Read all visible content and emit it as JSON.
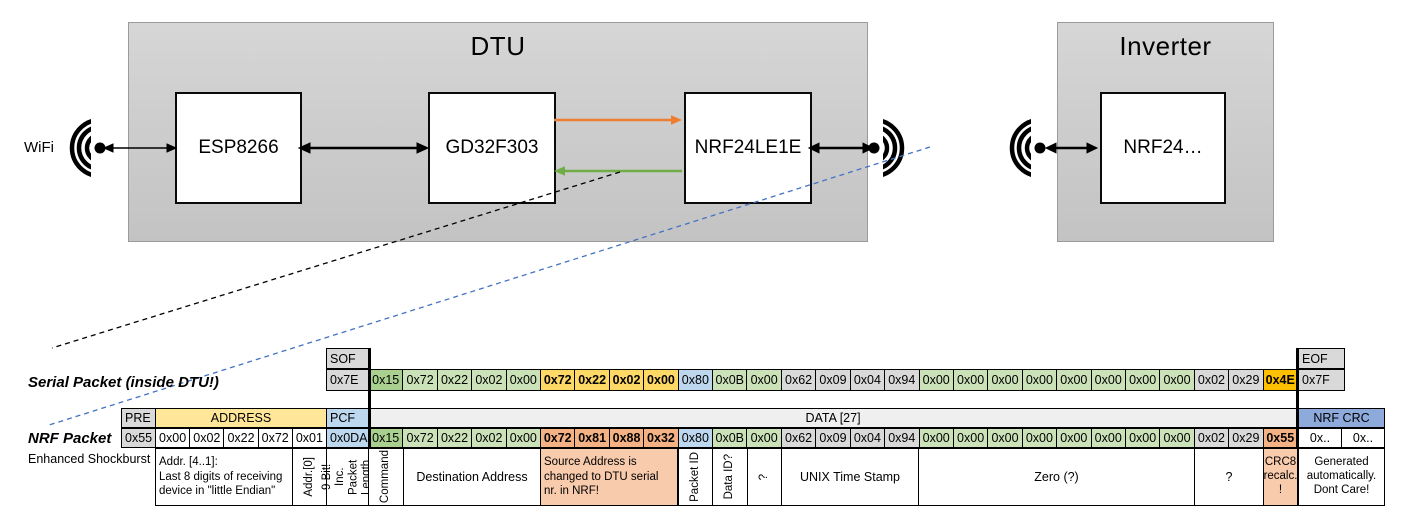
{
  "diagram": {
    "wifi_label": "WiFi",
    "dtu_title": "DTU",
    "chip_esp": "ESP8266",
    "chip_gd": "GD32F303",
    "chip_nrf": "NRF24LE1E",
    "inverter_title": "Inverter",
    "chip_inverter_nrf": "NRF24…",
    "colors": {
      "orange_arrow": "#ED7D31",
      "green_arrow": "#70AD47",
      "blue_dashed": "#4472C4",
      "black": "#000000"
    }
  },
  "serial": {
    "label": "Serial Packet (inside DTU!)",
    "sof_header": "SOF",
    "sof_value": "0x7E",
    "eof_header": "EOF",
    "eof_value": "0x7F",
    "bytes": [
      {
        "v": "0x15",
        "c": "gdk"
      },
      {
        "v": "0x72",
        "c": "glt"
      },
      {
        "v": "0x22",
        "c": "glt"
      },
      {
        "v": "0x02",
        "c": "glt"
      },
      {
        "v": "0x00",
        "c": "glt"
      },
      {
        "v": "0x72",
        "c": "yel b"
      },
      {
        "v": "0x22",
        "c": "yel b"
      },
      {
        "v": "0x02",
        "c": "yel b"
      },
      {
        "v": "0x00",
        "c": "yel b"
      },
      {
        "v": "0x80",
        "c": "blu"
      },
      {
        "v": "0x0B",
        "c": "glt"
      },
      {
        "v": "0x00",
        "c": "glt"
      },
      {
        "v": "0x62",
        "c": "gry"
      },
      {
        "v": "0x09",
        "c": "gry"
      },
      {
        "v": "0x04",
        "c": "gry"
      },
      {
        "v": "0x94",
        "c": "gry"
      },
      {
        "v": "0x00",
        "c": "glt"
      },
      {
        "v": "0x00",
        "c": "glt"
      },
      {
        "v": "0x00",
        "c": "glt"
      },
      {
        "v": "0x00",
        "c": "glt"
      },
      {
        "v": "0x00",
        "c": "glt"
      },
      {
        "v": "0x00",
        "c": "glt"
      },
      {
        "v": "0x00",
        "c": "glt"
      },
      {
        "v": "0x00",
        "c": "glt"
      },
      {
        "v": "0x02",
        "c": "gry"
      },
      {
        "v": "0x29",
        "c": "gry"
      },
      {
        "v": "0x4E",
        "c": "org b"
      }
    ]
  },
  "nrf": {
    "label": "NRF Packet",
    "sublabel": "Enhanced Shockburst",
    "pre_header": "PRE",
    "pre_value": "0x55",
    "address_header": "ADDRESS",
    "address_values": [
      "0x00",
      "0x02",
      "0x22",
      "0x72",
      "0x01"
    ],
    "pcf_header": "PCF",
    "pcf_value": "0x0DA",
    "data_header": "DATA [27]",
    "crc_header": "NRF CRC",
    "crc_values": [
      "0x..",
      "0x.."
    ],
    "bytes": [
      {
        "v": "0x15",
        "c": "gdk"
      },
      {
        "v": "0x72",
        "c": "glt"
      },
      {
        "v": "0x22",
        "c": "glt"
      },
      {
        "v": "0x02",
        "c": "glt"
      },
      {
        "v": "0x00",
        "c": "glt"
      },
      {
        "v": "0x72",
        "c": "sal b"
      },
      {
        "v": "0x81",
        "c": "sal b"
      },
      {
        "v": "0x88",
        "c": "sal b"
      },
      {
        "v": "0x32",
        "c": "sal b"
      },
      {
        "v": "0x80",
        "c": "blu"
      },
      {
        "v": "0x0B",
        "c": "glt"
      },
      {
        "v": "0x00",
        "c": "glt"
      },
      {
        "v": "0x62",
        "c": "gry"
      },
      {
        "v": "0x09",
        "c": "gry"
      },
      {
        "v": "0x04",
        "c": "gry"
      },
      {
        "v": "0x94",
        "c": "gry"
      },
      {
        "v": "0x00",
        "c": "glt"
      },
      {
        "v": "0x00",
        "c": "glt"
      },
      {
        "v": "0x00",
        "c": "glt"
      },
      {
        "v": "0x00",
        "c": "glt"
      },
      {
        "v": "0x00",
        "c": "glt"
      },
      {
        "v": "0x00",
        "c": "glt"
      },
      {
        "v": "0x00",
        "c": "glt"
      },
      {
        "v": "0x00",
        "c": "glt"
      },
      {
        "v": "0x02",
        "c": "gry"
      },
      {
        "v": "0x29",
        "c": "gry"
      },
      {
        "v": "0x55",
        "c": "sal b"
      }
    ]
  },
  "annotations": {
    "addr41": "Addr. [4..1]:\nLast 8 digits of receiving\ndevice in \"little Endian\"",
    "addr0": "Addr.[0]",
    "pcf_len": "9 Bit!\nInc. Packet\nLength",
    "command": "Command",
    "dest": "Destination Address",
    "src": "Source Address is\nchanged to DTU serial\nnr. in NRF!",
    "packet_id": "Packet ID",
    "data_id": "Data ID?",
    "q1": "?",
    "unix": "UNIX Time Stamp",
    "zero": "Zero (?)",
    "q2": "?",
    "crc8": "CRC8\nrecalc.\n!",
    "crc_gen": "Generated\nautomatically.\nDont Care!"
  }
}
